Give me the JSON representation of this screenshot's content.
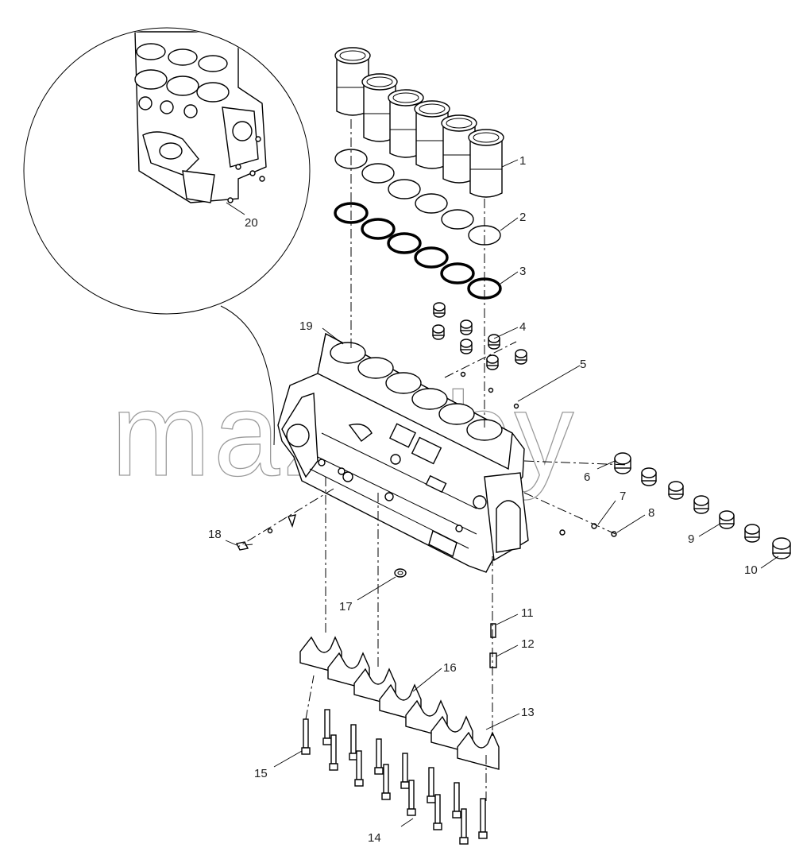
{
  "watermark": "mazk.by",
  "callouts": [
    {
      "id": "1",
      "label": "1"
    },
    {
      "id": "2",
      "label": "2"
    },
    {
      "id": "3",
      "label": "3"
    },
    {
      "id": "4",
      "label": "4"
    },
    {
      "id": "5",
      "label": "5"
    },
    {
      "id": "6",
      "label": "6"
    },
    {
      "id": "7",
      "label": "7"
    },
    {
      "id": "8",
      "label": "8"
    },
    {
      "id": "9",
      "label": "9"
    },
    {
      "id": "10",
      "label": "10"
    },
    {
      "id": "11",
      "label": "11"
    },
    {
      "id": "12",
      "label": "12"
    },
    {
      "id": "13",
      "label": "13"
    },
    {
      "id": "14",
      "label": "14"
    },
    {
      "id": "15",
      "label": "15"
    },
    {
      "id": "16",
      "label": "16"
    },
    {
      "id": "17",
      "label": "17"
    },
    {
      "id": "18",
      "label": "18"
    },
    {
      "id": "19",
      "label": "19"
    },
    {
      "id": "20",
      "label": "20"
    }
  ]
}
